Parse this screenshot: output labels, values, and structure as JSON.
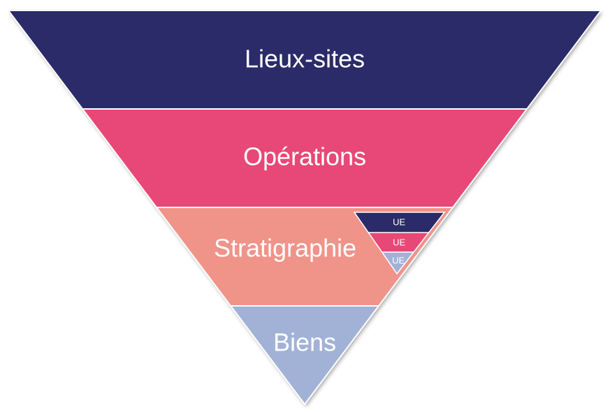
{
  "levels": [
    {
      "label": "Lieux-sites",
      "color": "#2a2b68"
    },
    {
      "label": "Opérations",
      "color": "#e84877"
    },
    {
      "label": "Stratigraphie",
      "color": "#f09389"
    },
    {
      "label": "Biens",
      "color": "#a1b2d6"
    }
  ],
  "sub_pyramid": {
    "levels": [
      {
        "label": "UE",
        "color": "#2a2b68"
      },
      {
        "label": "UE",
        "color": "#e84877"
      },
      {
        "label": "UE",
        "color": "#a1b2d6"
      }
    ]
  },
  "colors": {
    "background": "#ffffff",
    "separator": "#ffffff",
    "text": "#ffffff"
  }
}
